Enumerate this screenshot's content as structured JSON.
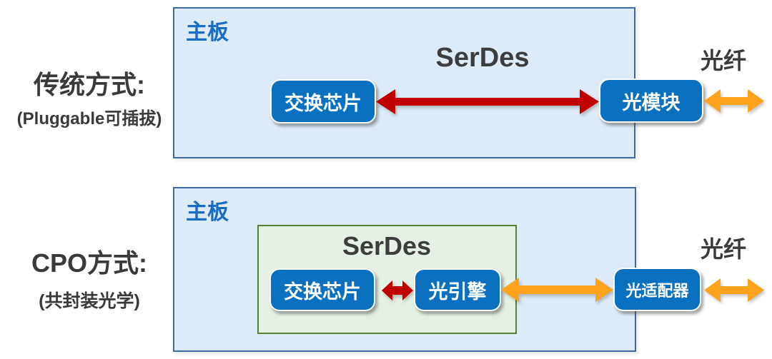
{
  "colors": {
    "board_fill": "#dcebf7",
    "board_border": "#40699e",
    "board_label_text": "#1b6dc1",
    "serdes_box_fill": "#e5f1e4",
    "serdes_box_border": "#538135",
    "node_fill": "#0a70bf",
    "node_text": "#ffffff",
    "electrical_arrow_red": "#c00000",
    "optical_arrow_orange": "#ffa31c",
    "label_text": "#3a3a3a"
  },
  "sections": {
    "traditional": {
      "title": "传统方式:",
      "subtitle": "(Pluggable可插拔)",
      "board_label": "主板",
      "serdes_label": "SerDes",
      "fiber_label": "光纤",
      "nodes": {
        "switch_chip": "交换芯片",
        "optical_module": "光模块"
      }
    },
    "cpo": {
      "title": "CPO方式:",
      "subtitle": "(共封装光学)",
      "board_label": "主板",
      "serdes_label": "SerDes",
      "fiber_label": "光纤",
      "nodes": {
        "switch_chip": "交换芯片",
        "optical_engine": "光引擎",
        "optical_adapter": "光适配器"
      }
    }
  }
}
